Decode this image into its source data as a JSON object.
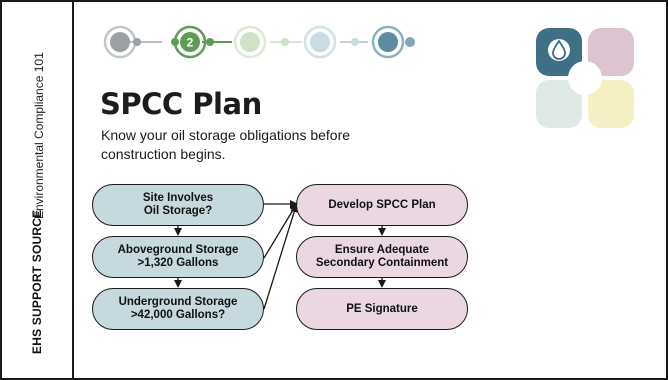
{
  "sidebar": {
    "course": "Environmental Compliance 101",
    "brand": "EHS SUPPORT SOURCE"
  },
  "progress": {
    "current_step": 2,
    "total_steps": 5,
    "current_label": "2",
    "colors": [
      "#9aa0a3",
      "#5f9a57",
      "#cfe3c8",
      "#c7dde3",
      "#5d8ba0"
    ]
  },
  "slide": {
    "title": "SPCC Plan",
    "subtitle": "Know your oil storage obligations before construction begins."
  },
  "logo": {
    "icon": "oil-drop-icon",
    "colors": [
      "#3f6f85",
      "#c9a4b8",
      "#dfeae7",
      "#f5efc4"
    ]
  },
  "flow": {
    "left": [
      "Site Involves\nOil Storage?",
      "Aboveground Storage\n>1,320 Gallons",
      "Underground Storage\n>42,000 Gallons?"
    ],
    "right": [
      "Develop SPCC Plan",
      "Ensure Adequate\nSecondary Containment",
      "PE Signature"
    ],
    "colors": {
      "question": "#c5d9df",
      "action": "#ead7e1"
    }
  }
}
